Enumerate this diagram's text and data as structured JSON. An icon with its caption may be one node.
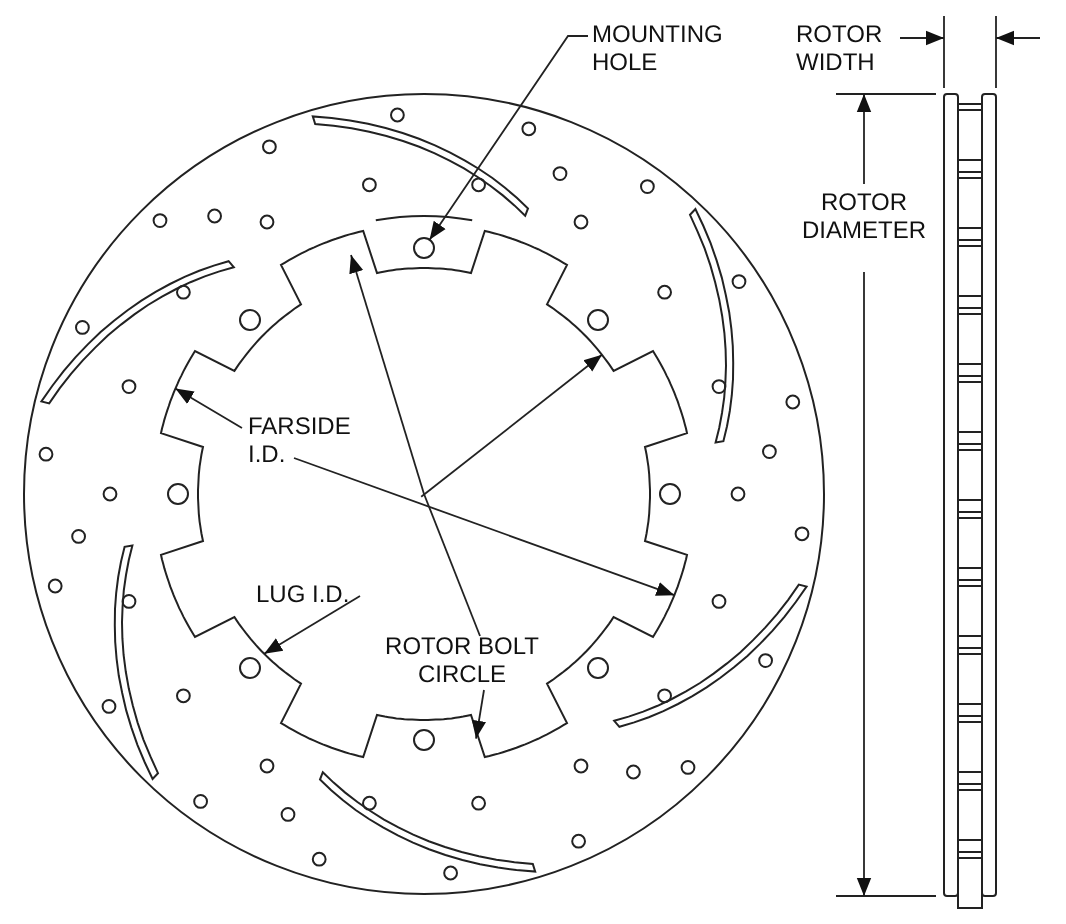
{
  "diagram": {
    "nodes": [
      {
        "text": [
          "MOUNTING HOLE"
        ]
      },
      {
        "text": [],
        "shape": "circle"
      }
    ],
    "edges": [
      {
        "from": 0,
        "to": 1,
        "arrow": "to"
      }
    ],
    "labels": [
      "ROTOR WIDTH",
      "ROTOR DIAMETER",
      "FARSIDE I.D.",
      "LUG I.D.",
      "ROTOR BOLT CIRCLE"
    ]
  }
}
